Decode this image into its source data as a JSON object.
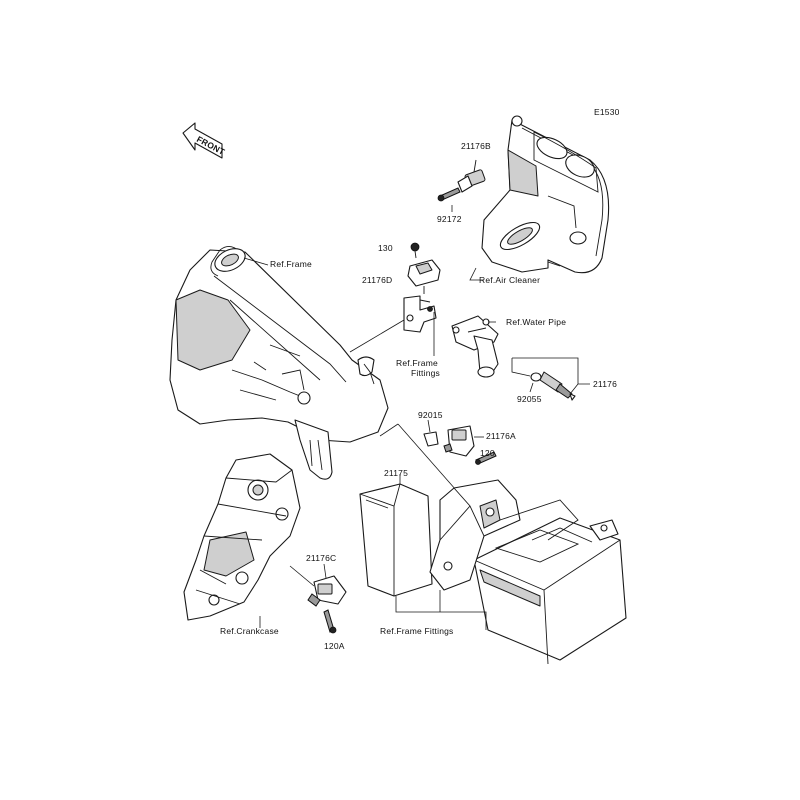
{
  "diagram_code": "E1530",
  "direction_arrow": "FRONT",
  "labels": {
    "p21176b": "21176B",
    "p92172": "92172",
    "p130": "130",
    "p21176d": "21176D",
    "ref_frame": "Ref.Frame",
    "ref_air_cleaner": "Ref.Air Cleaner",
    "ref_water_pipe": "Ref.Water Pipe",
    "ref_frame_fittings_1": "Ref.Frame",
    "ref_frame_fittings_2": "Fittings",
    "p92055": "92055",
    "p21176": "21176",
    "p92015": "92015",
    "p21176a": "21176A",
    "p120": "120",
    "p21175": "21175",
    "p21176c": "21176C",
    "ref_crankcase": "Ref.Crankcase",
    "ref_frame_fittings_bottom": "Ref.Frame Fittings",
    "p120a": "120A"
  }
}
